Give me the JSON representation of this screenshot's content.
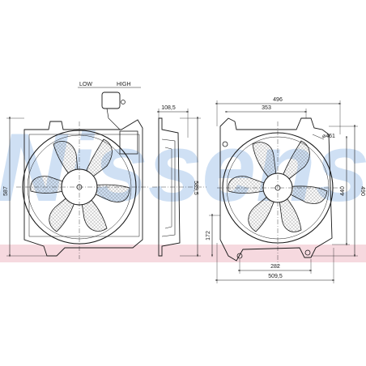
{
  "connector": {
    "low_label": "LOW",
    "high_label": "HIGH"
  },
  "watermark": {
    "text": "Nissens",
    "color": "#a8c8ec",
    "band_color": "#f6d9df"
  },
  "colors": {
    "line": "#1a1a1a",
    "background": "#ffffff"
  },
  "dimensions": {
    "front_height": "587",
    "side_depth": "108,5",
    "side_height": "589,5",
    "rear_width_total": "496",
    "rear_width_upper": "353",
    "fan_diameter": "⌀461",
    "rear_height_total": "490",
    "rear_height_inner": "440",
    "mount_height": "172",
    "bottom_span": "282",
    "bottom_width": "509,5"
  }
}
